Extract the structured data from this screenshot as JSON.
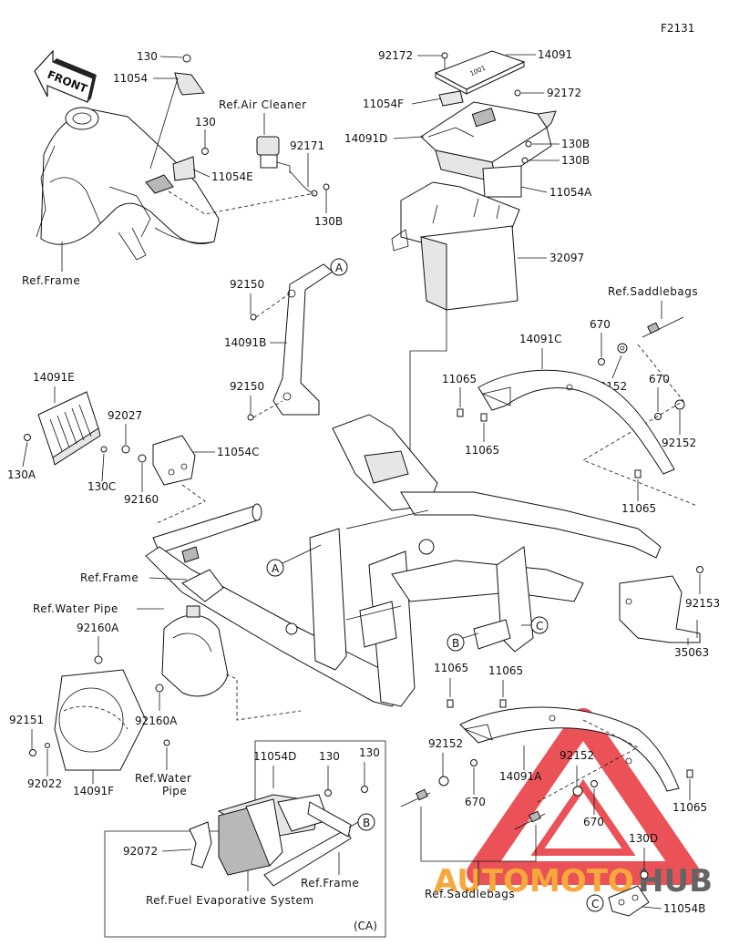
{
  "figure_code": "F2131",
  "front_label": "FRONT",
  "inset_label": "(CA)",
  "callouts": [
    "A",
    "B",
    "C"
  ],
  "watermark": {
    "text_orange": "AUTOMOTO",
    "text_dark": "HUB",
    "colors": {
      "triangle": "#e8343a",
      "orange": "#f59a1b",
      "dark": "#4a4a4a"
    }
  },
  "refs": {
    "frame_top": "Ref.Frame",
    "air_cleaner": "Ref.Air Cleaner",
    "saddlebags_top": "Ref.Saddlebags",
    "frame_mid": "Ref.Frame",
    "water_pipe_top": "Ref.Water Pipe",
    "water_pipe_bottom_1": "Ref.Water",
    "water_pipe_bottom_2": "Pipe",
    "frame_inset": "Ref.Frame",
    "fuel_evap": "Ref.Fuel Evaporative System",
    "saddlebags_bottom": "Ref.Saddlebags"
  },
  "parts": {
    "p130_top": "130",
    "p11054": "11054",
    "p130_b": "130",
    "p11054E": "11054E",
    "p92171": "92171",
    "p130B_left": "130B",
    "p92172_a": "92172",
    "p14091": "14091",
    "p11054F": "11054F",
    "p92172_b": "92172",
    "p14091D": "14091D",
    "p130B_r1": "130B",
    "p130B_r2": "130B",
    "p11054A": "11054A",
    "p32097": "32097",
    "p92150_a": "92150",
    "p14091B": "14091B",
    "p92150_b": "92150",
    "p14091C": "14091C",
    "p670_a": "670",
    "p11065_a": "11065",
    "p92152_a": "92152",
    "p670_b": "670",
    "p11065_b": "11065",
    "p92152_b": "92152",
    "p14091E": "14091E",
    "p92027": "92027",
    "p11054C": "11054C",
    "p130A": "130A",
    "p130C": "130C",
    "p92160": "92160",
    "p11065_c": "11065",
    "p92153": "92153",
    "p92160A_a": "92160A",
    "p35063": "35063",
    "p92151": "92151",
    "p92160A_b": "92160A",
    "p92022": "92022",
    "p14091F": "14091F",
    "p11065_d": "11065",
    "p11065_e": "11065",
    "p92152_c": "92152",
    "p92152_d": "92152",
    "p14091A": "14091A",
    "p670_c": "670",
    "p670_d": "670",
    "p11065_f": "11065",
    "p11054D": "11054D",
    "p130_i1": "130",
    "p130_i2": "130",
    "p92072": "92072",
    "p130D": "130D",
    "p11054B": "11054B"
  }
}
